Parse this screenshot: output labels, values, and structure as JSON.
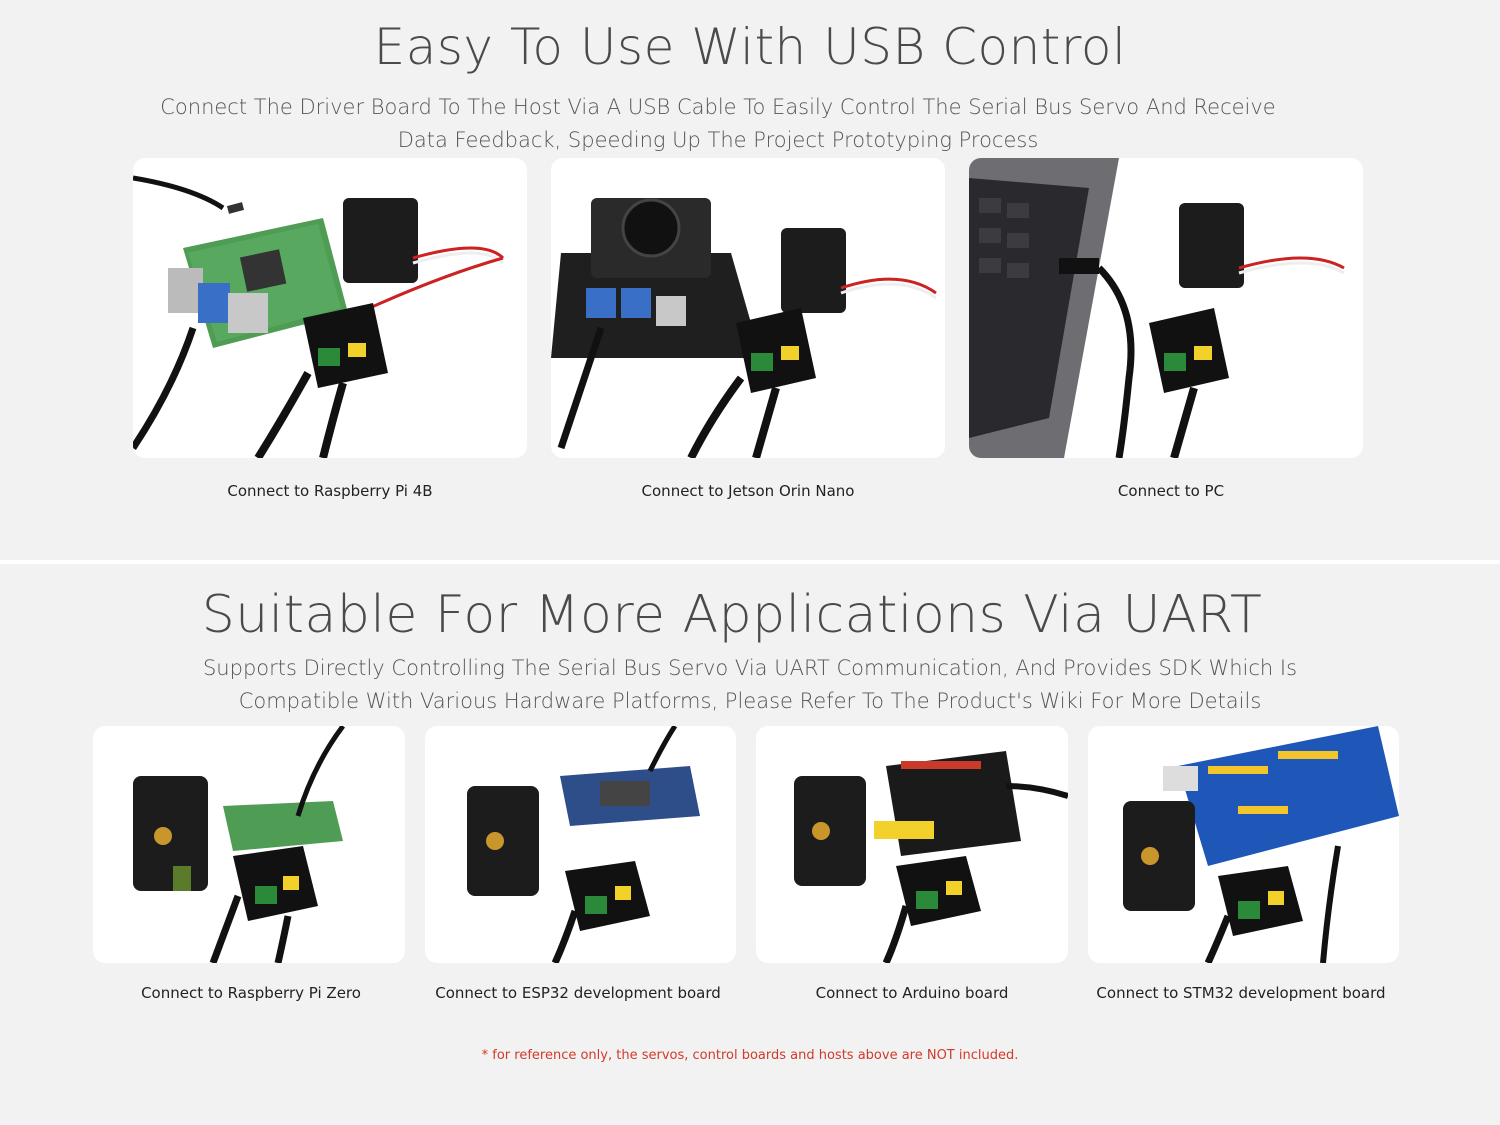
{
  "usb": {
    "title": "Easy To Use With USB Control",
    "subtitle_line1": "Connect The Driver Board To The Host Via A USB Cable To Easily Control The Serial Bus Servo And Receive",
    "subtitle_line2": "Data Feedback, Speeding Up The Project Prototyping Process",
    "items": [
      {
        "caption": "Connect to Raspberry Pi 4B"
      },
      {
        "caption": "Connect to Jetson Orin Nano"
      },
      {
        "caption": "Connect to PC"
      }
    ]
  },
  "uart": {
    "title": "Suitable For More Applications Via UART",
    "subtitle_line1": "Supports Directly Controlling The Serial Bus Servo Via UART Communication, And Provides SDK Which Is",
    "subtitle_line2": "Compatible With Various Hardware Platforms, Please Refer To The Product's Wiki For More Details",
    "items": [
      {
        "caption": "Connect to Raspberry Pi Zero"
      },
      {
        "caption": "Connect to ESP32 development board"
      },
      {
        "caption": "Connect to Arduino board"
      },
      {
        "caption": "Connect to STM32 development board"
      }
    ]
  },
  "footnote": "* for reference only, the servos, control boards and hosts above are NOT included.",
  "colors": {
    "background": "#f2f2f2",
    "card": "#ffffff",
    "footnote": "#d23a2a"
  }
}
